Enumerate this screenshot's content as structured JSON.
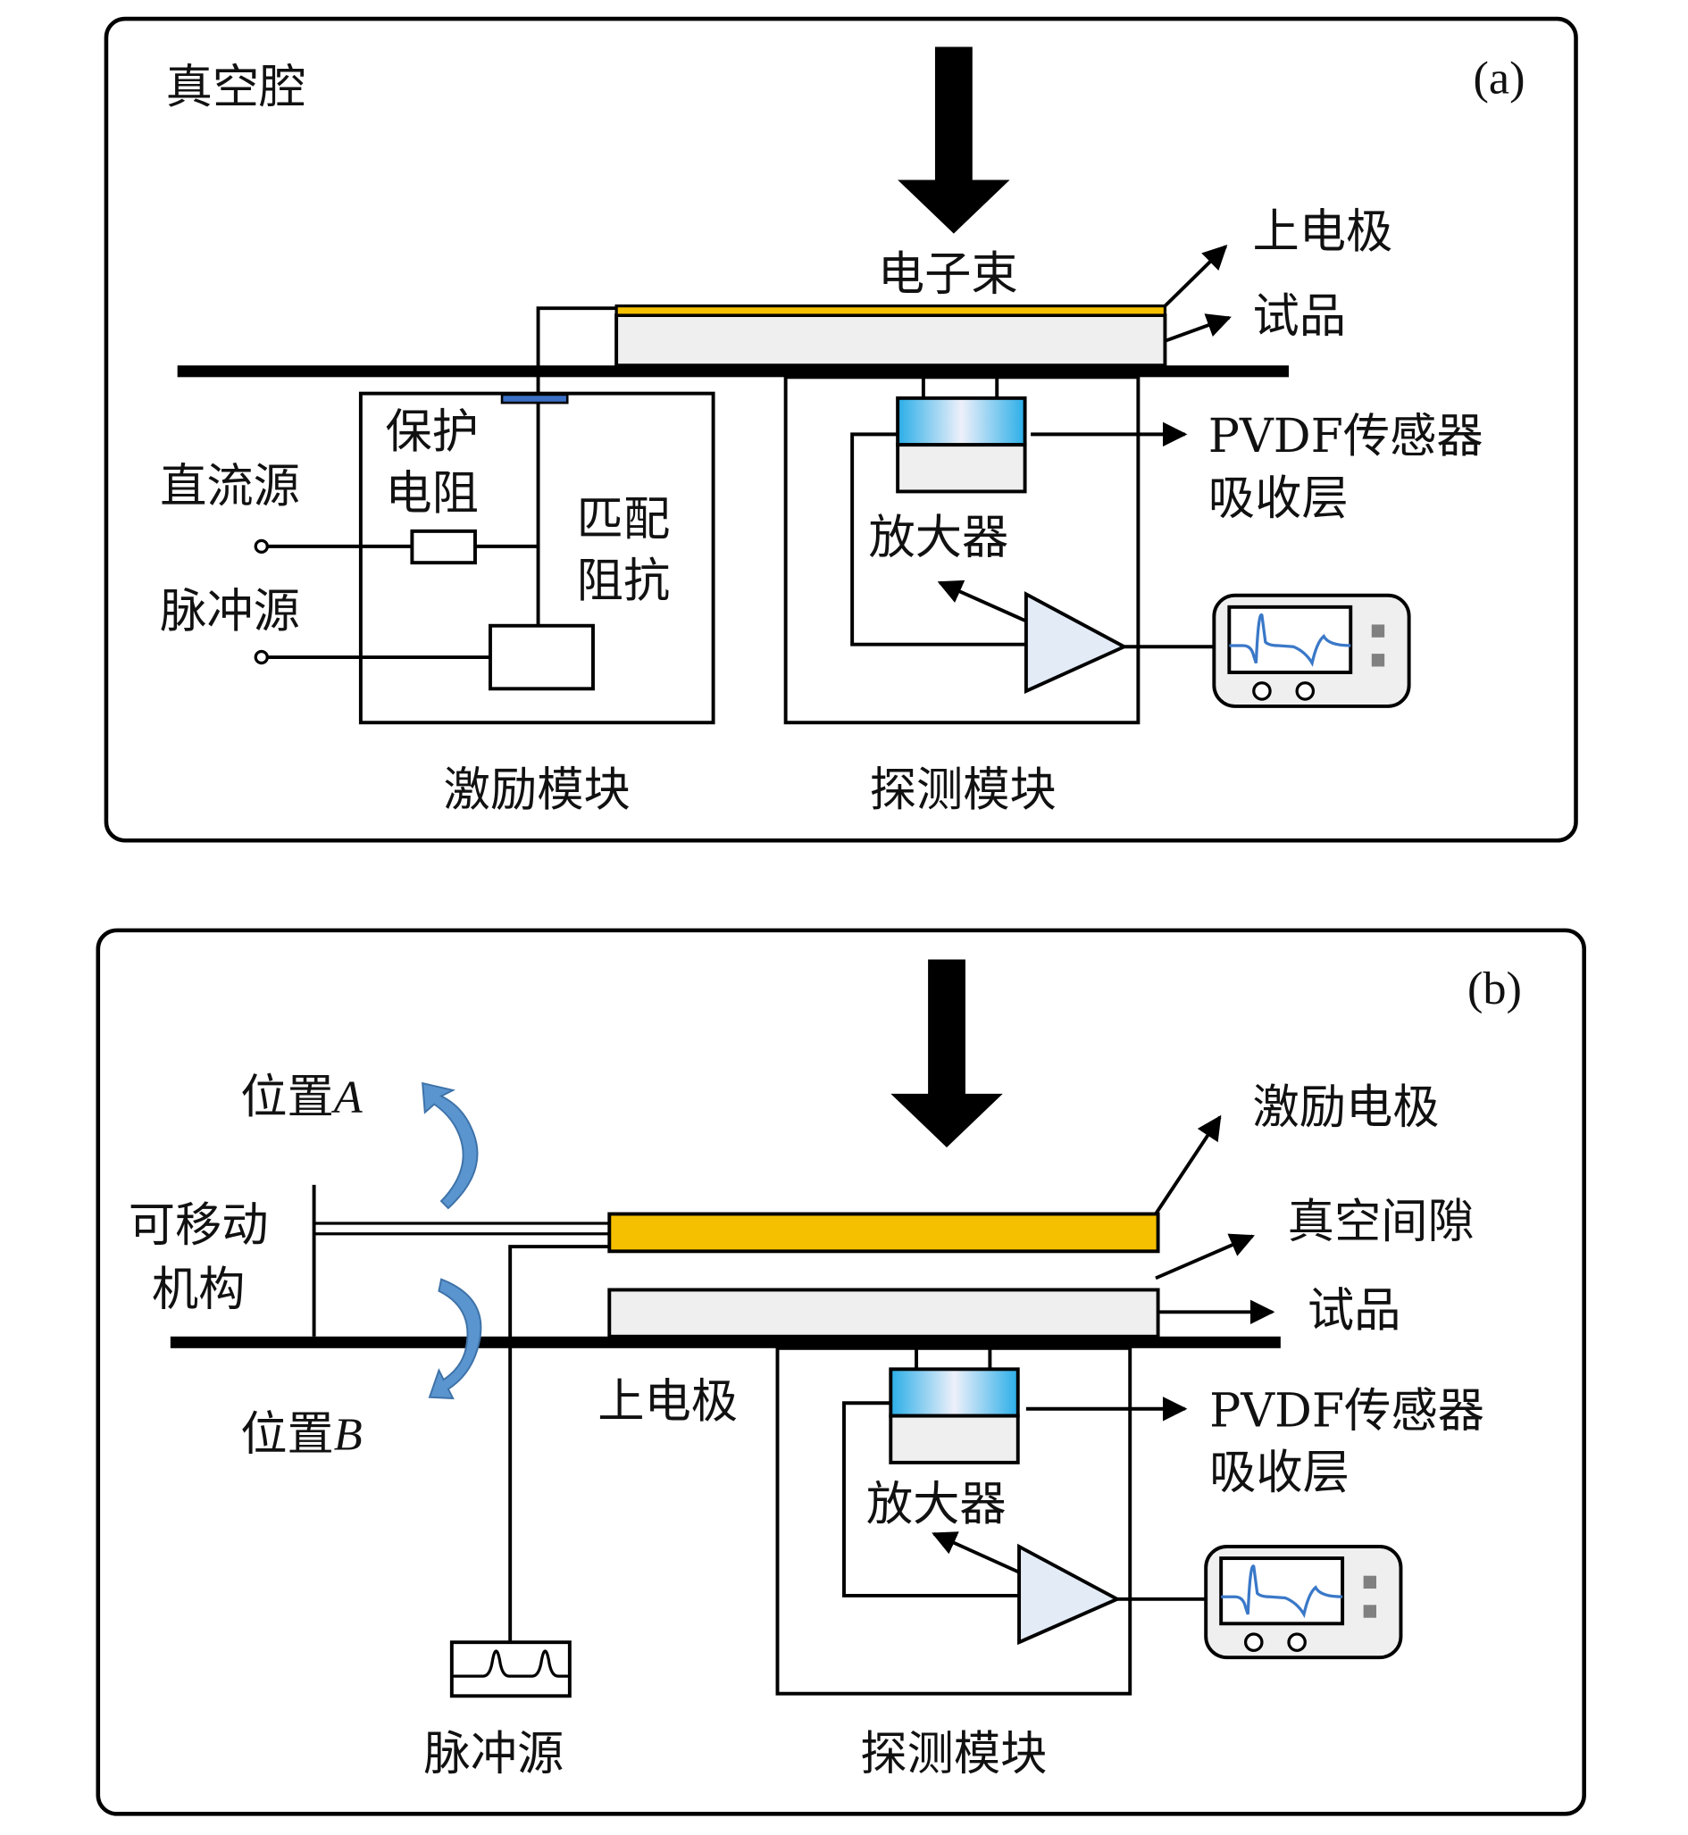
{
  "colors": {
    "electrode": "#f5c000",
    "specimen": "#efefef",
    "sensor_edge": "#2aaee8",
    "sensor_center": "#eef0fa",
    "amplifier_fill": "#e3ebf7",
    "contact_blue": "#3a6fc4",
    "waveform": "#3a78c8",
    "curved_arrow": "#5b95cf",
    "scope_body": "#efefef",
    "scope_button": "#808080"
  },
  "panel_a": {
    "tag": "(a)",
    "chamber_label": "真空腔",
    "beam_label": "电子束",
    "top_electrode_label": "上电极",
    "specimen_label": "试品",
    "dc_source_label": "直流源",
    "pulse_source_label": "脉冲源",
    "protect_resistor_line1": "保护",
    "protect_resistor_line2": "电阻",
    "matching_line1": "匹配",
    "matching_line2": "阻抗",
    "sensor_label": "PVDF传感器",
    "absorber_label": "吸收层",
    "amplifier_label": "放大器",
    "excitation_module_label": "激励模块",
    "detection_module_label": "探测模块"
  },
  "panel_b": {
    "tag": "(b)",
    "position_a_prefix": "位置",
    "position_a_var": "A",
    "position_b_prefix": "位置",
    "position_b_var": "B",
    "movable_line1": "可移动",
    "movable_line2": "机构",
    "excitation_electrode_label": "激励电极",
    "vacuum_gap_label": "真空间隙",
    "specimen_label": "试品",
    "top_electrode_label": "上电极",
    "sensor_label": "PVDF传感器",
    "absorber_label": "吸收层",
    "amplifier_label": "放大器",
    "pulse_source_label": "脉冲源",
    "detection_module_label": "探测模块"
  }
}
